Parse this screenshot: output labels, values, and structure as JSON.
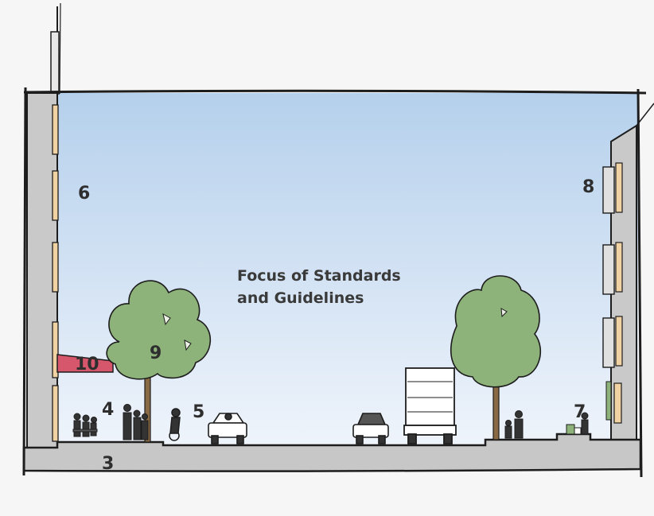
{
  "caption": {
    "line1": "Focus of Standards",
    "line2": "and Guidelines"
  },
  "callouts": [
    "3",
    "4",
    "5",
    "6",
    "7",
    "8",
    "9",
    "10"
  ],
  "colors": {
    "sky_top": "#b5d0ec",
    "sky_bottom": "#eff4fb",
    "building": "#c9c9c9",
    "window": "#f1d2a2",
    "tree_canopy": "#8db27a",
    "awning": "#d6576b",
    "ground": "#c7c7c7",
    "outline": "#1d1d1d"
  },
  "icons": [
    "tree-icon",
    "car-icon",
    "truck-icon",
    "person-icon",
    "bicycle-icon",
    "awning-icon"
  ]
}
